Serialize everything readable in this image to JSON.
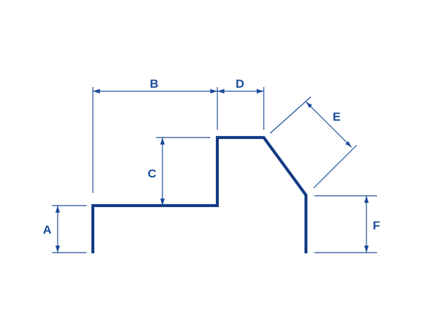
{
  "colors": {
    "profile": "#123a84",
    "dimension": "#1a4b9b",
    "background": "#ffffff"
  },
  "labels": {
    "A": "A",
    "B": "B",
    "C": "C",
    "D": "D",
    "E": "E",
    "F": "F"
  }
}
